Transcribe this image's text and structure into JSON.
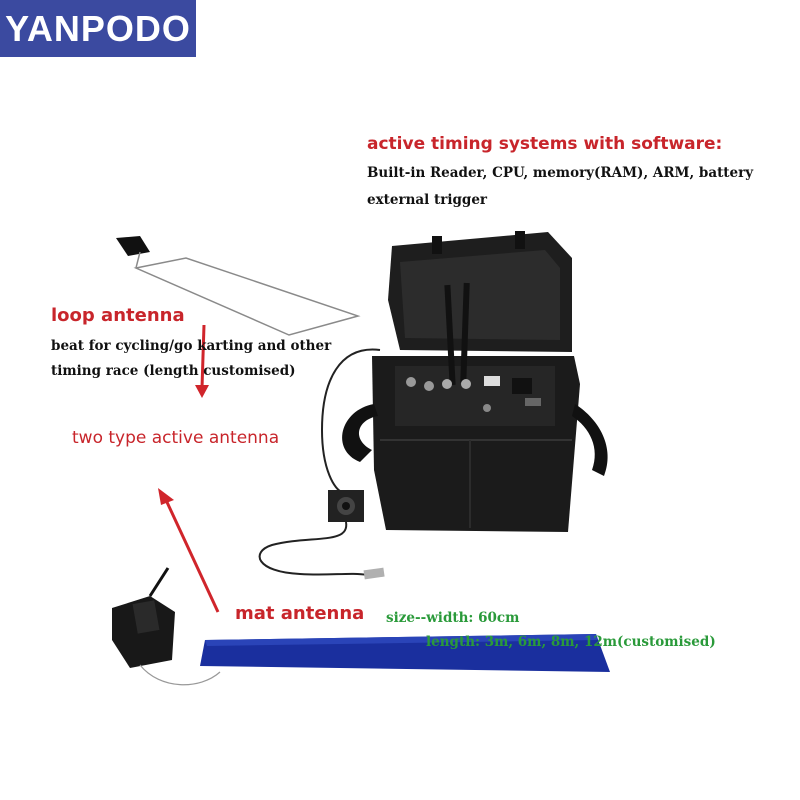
{
  "brand": {
    "logo_text": "YANPODO",
    "bg_color": "#3b4aa0"
  },
  "system": {
    "heading": "active timing systems with software:",
    "line1": "Built-in Reader, CPU, memory(RAM), ARM, battery",
    "line2": "external trigger"
  },
  "loop": {
    "heading": "loop antenna",
    "line1": "beat for cycling/go karting and other",
    "line2": "timing race (length customised)"
  },
  "center_label": "two type active antenna",
  "mat": {
    "heading": "mat antenna",
    "size_width": "size--width: 60cm",
    "size_length": "length: 3m, 6m, 8m, 12m(customised)"
  },
  "colors": {
    "accent_red": "#c8252b",
    "green": "#2a9a3a",
    "mat_blue": "#1a2f9e",
    "case_black": "#1c1c1c"
  }
}
